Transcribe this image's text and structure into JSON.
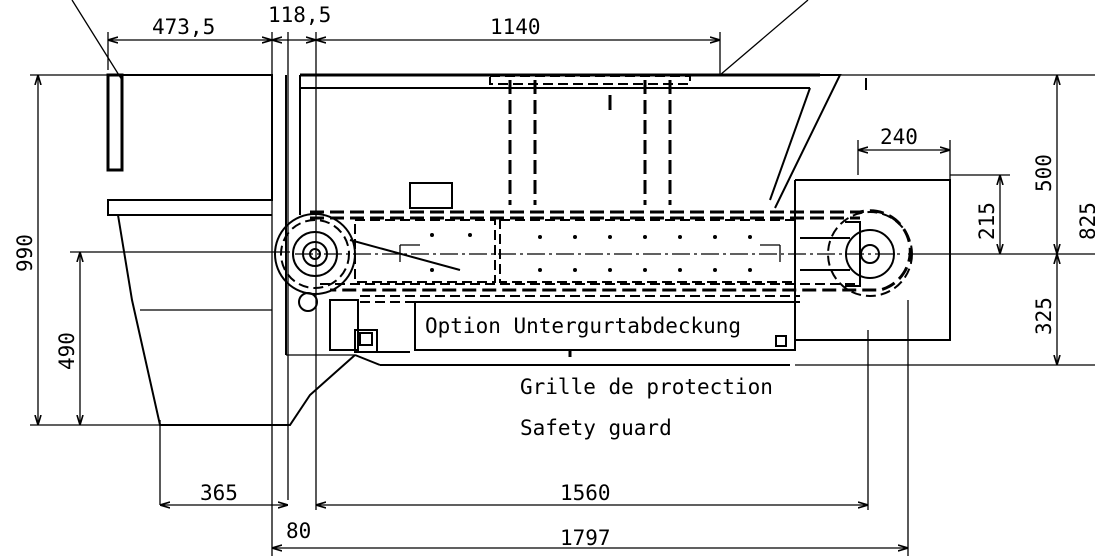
{
  "dimensions": {
    "hopper_width": "473,5",
    "gap_width": "118,5",
    "upper_length": "1140",
    "head_offset": "240",
    "height_upper": "500",
    "height_215": "215",
    "height_total_right": "825",
    "height_lower": "325",
    "height_total_left": "990",
    "height_490": "490",
    "bottom_365": "365",
    "bottom_1560": "1560",
    "bottom_80": "80",
    "bottom_1797": "1797"
  },
  "labels": {
    "option": "Option Untergurtabdeckung",
    "guard_fr": "Grille de protection",
    "guard_en": "Safety guard"
  }
}
